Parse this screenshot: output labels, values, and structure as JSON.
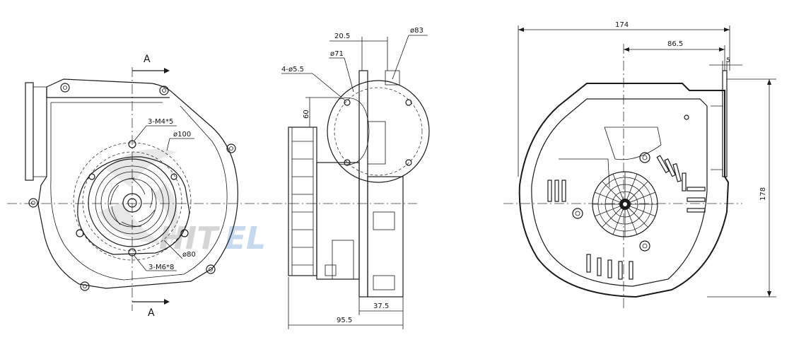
{
  "watermark": {
    "text_gray": "HIT",
    "text_blue": "EL",
    "gray": "#d5d5d5",
    "blue": "#c7d9ee"
  },
  "front_view": {
    "section_mark_top": "A",
    "section_mark_bottom": "A",
    "label_screws_top": "3-M4*5",
    "label_pcd_large": "ø100",
    "label_pcd_small": "ø80",
    "label_screws_bottom": "3-M6*8"
  },
  "side_view": {
    "dim_offset": "20.5",
    "dim_outer_dia": "ø83",
    "dim_inner_dia": "ø71",
    "dim_holes": "4-ø5.5",
    "dim_height": "60",
    "dim_flange": "37.5",
    "dim_depth": "95.5"
  },
  "rear_view": {
    "dim_width": "174",
    "dim_half_width": "86.5",
    "dim_flange": "5",
    "dim_height": "178"
  },
  "colors": {
    "line": "#1a1a1a",
    "background": "#ffffff"
  }
}
